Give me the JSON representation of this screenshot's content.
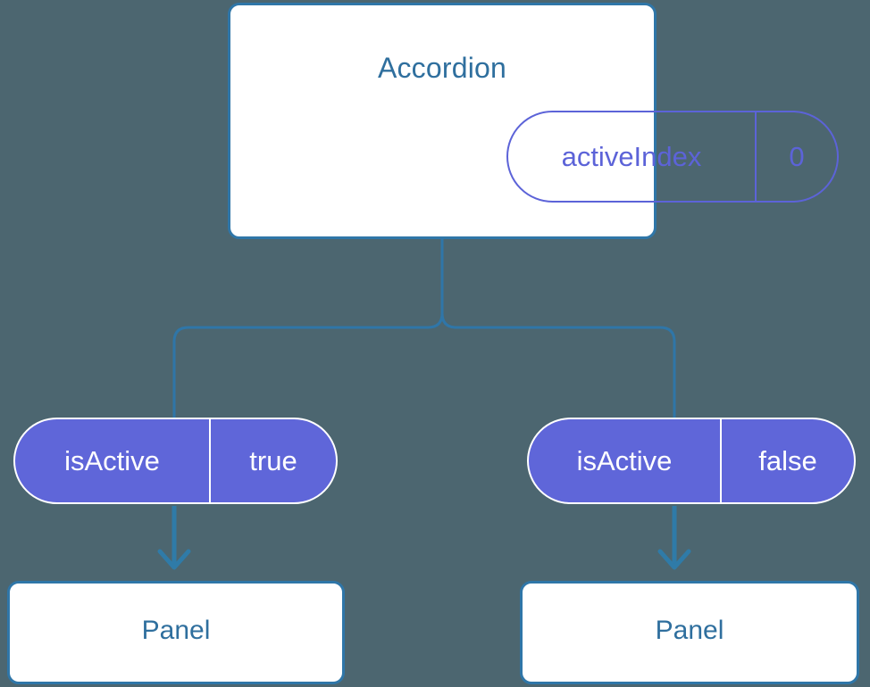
{
  "diagram": {
    "type": "component-tree",
    "background_color": "#4c6670",
    "accent_blue": "#2f76a8",
    "title_blue": "#2f6f9e",
    "pill_purple": "#5f66d9",
    "pill_outline_purple": "#5c63d8",
    "card_background": "#ffffff",
    "root": {
      "name": "accordion-component",
      "title": "Accordion",
      "state_pill": {
        "key": "activeIndex",
        "value": "0"
      }
    },
    "branches": [
      {
        "name": "left-branch",
        "prop_pill": {
          "key": "isActive",
          "value": "true"
        },
        "child": {
          "title": "Panel"
        }
      },
      {
        "name": "right-branch",
        "prop_pill": {
          "key": "isActive",
          "value": "false"
        },
        "child": {
          "title": "Panel"
        }
      }
    ]
  }
}
